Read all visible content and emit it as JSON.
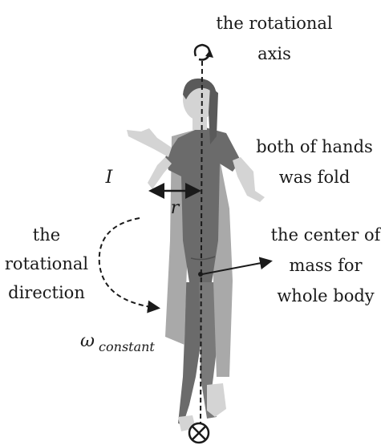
{
  "labels": {
    "axis_line1": "the rotational",
    "axis_line2": "axis",
    "hands_line1": "both of hands",
    "hands_line2": "was fold",
    "inertia": "I",
    "radius": "r",
    "direction_line1": "the",
    "direction_line2": "rotational",
    "direction_line3": "direction",
    "com_line1": "the center of",
    "com_line2": "mass for",
    "com_line3": "whole body",
    "omega": "ω",
    "omega_sub": "constant"
  },
  "colors": {
    "text": "#1a1a1a",
    "skin": "#d4d4d4",
    "hair": "#5a5a5a",
    "clothing_dark": "#6b6b6b",
    "clothing_light": "#a9a9a9",
    "line": "#1a1a1a"
  },
  "icons": {
    "rotation_arrow": "curved-rotation-arrow-icon",
    "axis_end": "circled-cross-icon"
  }
}
